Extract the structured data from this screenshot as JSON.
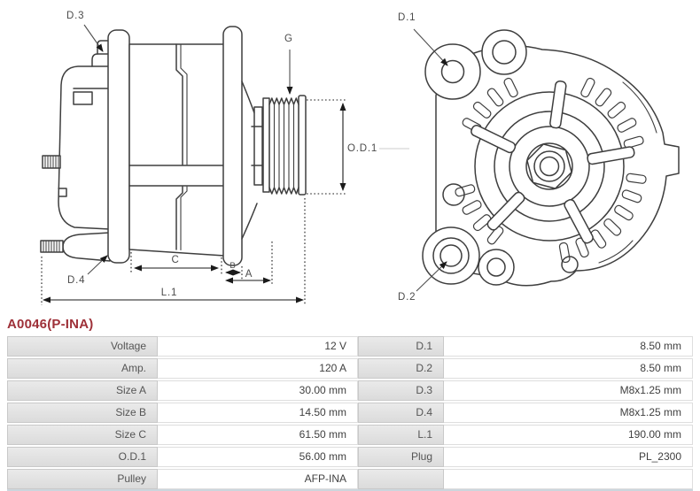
{
  "title": "A0046(P-INA)",
  "colors": {
    "title_red": "#9e3038",
    "drawing_line": "#3e3e3e",
    "dimension_line": "#1a1a1a",
    "label_text": "#4b4b4b",
    "table_label_bg": "#e2e2e2",
    "table_bottom_border": "#ccd6dd"
  },
  "diagram": {
    "side_view_labels": {
      "d3": "D.3",
      "d4": "D.4",
      "g": "G",
      "od1": "O.D.1",
      "c": "C",
      "b": "B",
      "a": "A",
      "l1": "L.1"
    },
    "front_view_labels": {
      "d1": "D.1",
      "d2": "D.2"
    }
  },
  "spec_table": {
    "rows": [
      {
        "label_left": "Voltage",
        "value_left": "12 V",
        "label_right": "D.1",
        "value_right": "8.50 mm"
      },
      {
        "label_left": "Amp.",
        "value_left": "120 A",
        "label_right": "D.2",
        "value_right": "8.50 mm"
      },
      {
        "label_left": "Size A",
        "value_left": "30.00 mm",
        "label_right": "D.3",
        "value_right": "M8x1.25 mm"
      },
      {
        "label_left": "Size B",
        "value_left": "14.50 mm",
        "label_right": "D.4",
        "value_right": "M8x1.25 mm"
      },
      {
        "label_left": "Size C",
        "value_left": "61.50 mm",
        "label_right": "L.1",
        "value_right": "190.00 mm"
      },
      {
        "label_left": "O.D.1",
        "value_left": "56.00 mm",
        "label_right": "Plug",
        "value_right": "PL_2300"
      },
      {
        "label_left": "Pulley",
        "value_left": "AFP-INA",
        "label_right": "",
        "value_right": ""
      }
    ]
  }
}
